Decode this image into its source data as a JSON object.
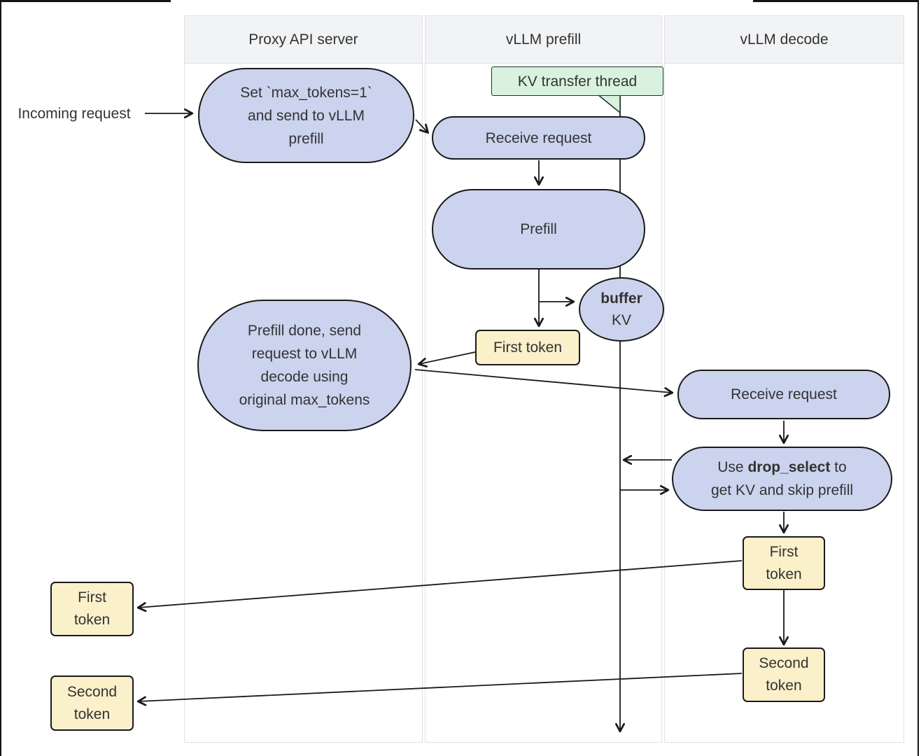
{
  "colors": {
    "node-fill": "#ccd3ee",
    "node-border": "#1a1a1a",
    "token-fill": "#faf0ca",
    "note-fill": "#d9f2df",
    "note-border": "#1e3326",
    "header-bg": "#f2f3f5",
    "col-border": "#e0e1e5",
    "text": "#333333",
    "line": "#1a1a1a"
  },
  "columns": [
    {
      "label": "Proxy API server"
    },
    {
      "label": "vLLM prefill"
    },
    {
      "label": "vLLM decode"
    }
  ],
  "incoming_label": "Incoming request",
  "nodes": {
    "set_max_tokens": {
      "text": "Set `max_tokens=1`\nand send to vLLM\nprefill"
    },
    "kv_note": {
      "text": "KV transfer thread"
    },
    "receive_prefill": {
      "text": "Receive request"
    },
    "prefill": {
      "text": "Prefill"
    },
    "buffer": {
      "bold": "buffer",
      "sub": "KV"
    },
    "first_token_prefill": {
      "text": "First token"
    },
    "prefill_done": {
      "text": "Prefill done, send\nrequest to vLLM\ndecode using\noriginal max_tokens"
    },
    "receive_decode": {
      "text": "Receive request"
    },
    "drop_select": {
      "pre": "Use ",
      "bold": "drop_select",
      "post": " to\nget KV and skip prefill"
    },
    "first_token_decode": {
      "text": "First\ntoken"
    },
    "second_token_decode": {
      "text": "Second\ntoken"
    },
    "first_token_left": {
      "text": "First\ntoken"
    },
    "second_token_left": {
      "text": "Second\ntoken"
    }
  }
}
